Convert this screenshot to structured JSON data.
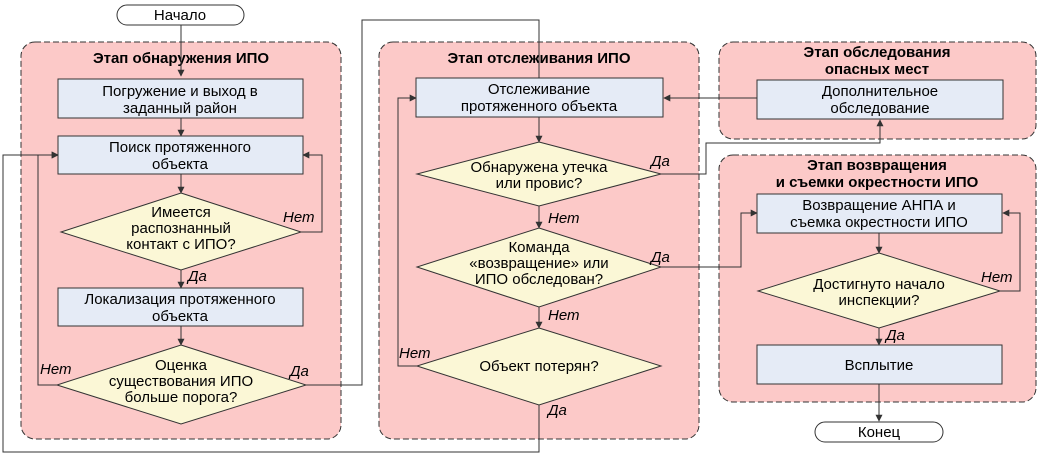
{
  "terminals": {
    "start": "Начало",
    "end": "Конец"
  },
  "stages": {
    "detection": {
      "title": "Этап обнаружения ИПО"
    },
    "tracking": {
      "title": "Этап отслеживания ИПО"
    },
    "inspection": {
      "title_line1": "Этап обследования",
      "title_line2": "опасных мест"
    },
    "return": {
      "title_line1": "Этап возвращения",
      "title_line2": "и съемки окрестности ИПО"
    }
  },
  "processes": {
    "dive": {
      "line1": "Погружение и выход в",
      "line2": "заданный район"
    },
    "search": {
      "line1": "Поиск протяженного",
      "line2": "объекта"
    },
    "localize": {
      "line1": "Локализация протяженного",
      "line2": "объекта"
    },
    "track": {
      "line1": "Отслеживание",
      "line2": "протяженного объекта"
    },
    "extra": {
      "line1": "Дополнительное",
      "line2": "обследование"
    },
    "return_film": {
      "line1": "Возвращение АНПА и",
      "line2": "съемка окрестности ИПО"
    },
    "surface": {
      "line1": "Всплытие"
    }
  },
  "decisions": {
    "contact": {
      "line1": "Имеется",
      "line2": "распознанный",
      "line3": "контакт с ИПО?"
    },
    "estimate": {
      "line1": "Оценка",
      "line2": "существования ИПО",
      "line3": "больше порога?"
    },
    "leak": {
      "line1": "Обнаружена утечка",
      "line2": "или провис?"
    },
    "command": {
      "line1": "Команда",
      "line2": "«возвращение» или",
      "line3": "ИПО обследован?"
    },
    "lost": {
      "line1": "Объект потерян?"
    },
    "reached": {
      "line1": "Достигнуто начало",
      "line2": "инспекции?"
    }
  },
  "labels": {
    "yes": "Да",
    "no": "Нет"
  }
}
